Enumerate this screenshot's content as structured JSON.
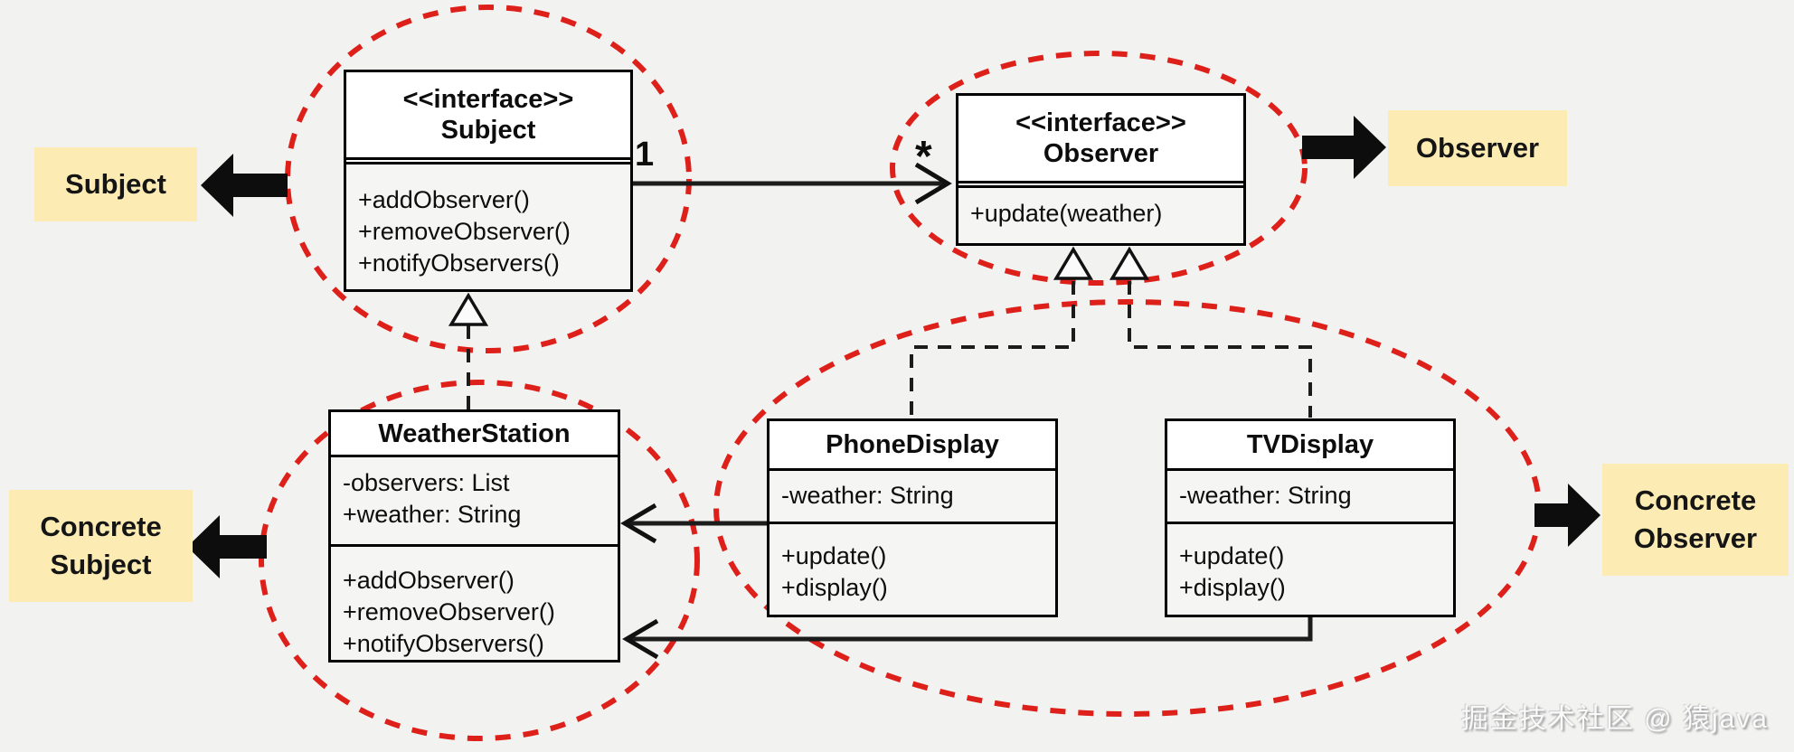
{
  "colors": {
    "background": "#f2f2f1",
    "ellipse_red": "#de201a",
    "label_yellow_bg": "#fcecb4",
    "line_black": "#1c1c1c"
  },
  "classes": [
    {
      "id": "subject",
      "stereotype": "<<interface>>",
      "name": "Subject",
      "attributes": [],
      "methods": [
        "+addObserver()",
        "+removeObserver()",
        "+notifyObservers()"
      ]
    },
    {
      "id": "observer",
      "stereotype": "<<interface>>",
      "name": "Observer",
      "attributes": [],
      "methods": [
        "+update(weather)"
      ]
    },
    {
      "id": "weatherstation",
      "stereotype": "",
      "name": "WeatherStation",
      "attributes": [
        "-observers: List",
        "+weather: String"
      ],
      "methods": [
        "+addObserver()",
        "+removeObserver()",
        "+notifyObservers()"
      ]
    },
    {
      "id": "phonedisplay",
      "stereotype": "",
      "name": "PhoneDisplay",
      "attributes": [
        "-weather: String"
      ],
      "methods": [
        "+update()",
        "+display()"
      ]
    },
    {
      "id": "tvdisplay",
      "stereotype": "",
      "name": "TVDisplay",
      "attributes": [
        "-weather: String"
      ],
      "methods": [
        "+update()",
        "+display()"
      ]
    }
  ],
  "annotations": {
    "subject": "Subject",
    "observer": "Observer",
    "concrete_subject": [
      "Concrete",
      "Subject"
    ],
    "concrete_observer": [
      "Concrete",
      "Observer"
    ]
  },
  "multiplicities": {
    "one": "1",
    "many": "*"
  },
  "watermark": "掘金技术社区 @ 猿java"
}
